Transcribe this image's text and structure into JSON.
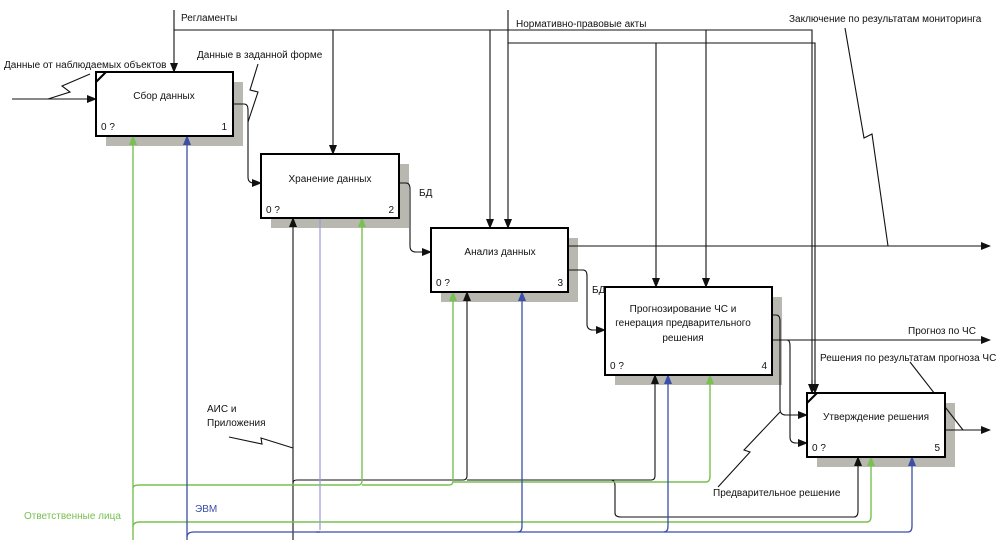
{
  "colors": {
    "mechanism_people": "#78c050",
    "mechanism_computers": "#3b4ea8",
    "arrows": "#111111",
    "box_shadow": "#b8b8b0"
  },
  "boxes": [
    {
      "title": [
        "Сбор данных"
      ],
      "cost": "0 ?",
      "number": "1"
    },
    {
      "title": [
        "Хранение данных"
      ],
      "cost": "0 ?",
      "number": "2"
    },
    {
      "title": [
        "Анализ данных"
      ],
      "cost": "0 ?",
      "number": "3"
    },
    {
      "title": [
        "Прогнозирование ЧС и",
        "генерация предварительного",
        "решения"
      ],
      "cost": "0 ?",
      "number": "4"
    },
    {
      "title": [
        "Утверждение решения"
      ],
      "cost": "0 ?",
      "number": "5"
    }
  ],
  "arrows": {
    "input_observed": "Данные от наблюдаемых объектов",
    "regulations": "Регламенты",
    "formatted_data": "Данные в заданной форме",
    "db1": "БД",
    "db2": "БД",
    "legal_acts": "Нормативно-правовые акты",
    "monitoring_conclusion": "Заключение по результатам мониторинга",
    "forecast": "Прогноз по ЧС",
    "forecast_decisions": "Решения по результатам прогноза ЧС",
    "preliminary_decision": "Предварительное решение",
    "ais_apps": [
      "АИС и",
      "Приложения"
    ],
    "responsible": "Ответственные лица",
    "computers": "ЭВМ"
  }
}
